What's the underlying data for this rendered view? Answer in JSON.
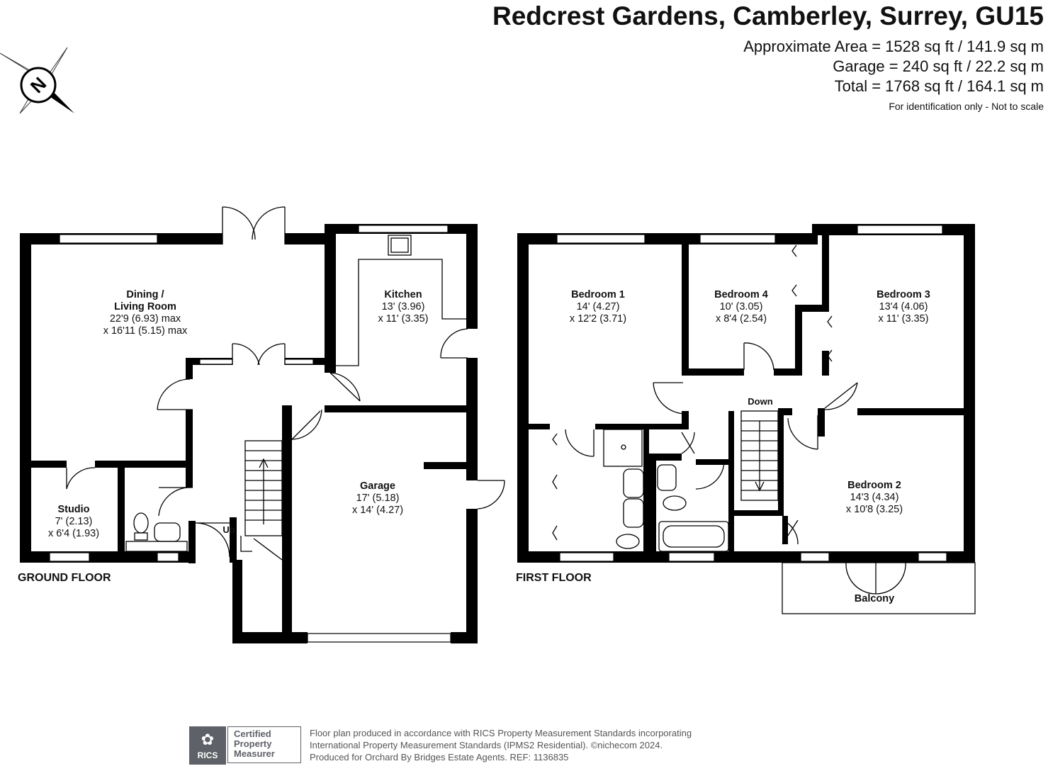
{
  "header": {
    "title": "Redcrest Gardens, Camberley, Surrey, GU15",
    "area_lines": [
      "Approximate Area = 1528 sq ft / 141.9 sq m",
      "Garage = 240 sq ft / 22.2 sq m",
      "Total = 1768 sq ft / 164.1 sq m"
    ],
    "note": "For identification only - Not to scale"
  },
  "compass": {
    "letter": "N",
    "icon": "compass-north-icon"
  },
  "ground_floor": {
    "label": "GROUND FLOOR",
    "rooms": {
      "dining": {
        "name1": "Dining /",
        "name2": "Living Room",
        "dim1": "22'9 (6.93) max",
        "dim2": "x 16'11 (5.15) max"
      },
      "kitchen": {
        "name": "Kitchen",
        "dim1": "13' (3.96)",
        "dim2": "x 11' (3.35)"
      },
      "garage": {
        "name": "Garage",
        "dim1": "17' (5.18)",
        "dim2": "x 14' (4.27)"
      },
      "studio": {
        "name": "Studio",
        "dim1": "7' (2.13)",
        "dim2": "x 6'4 (1.93)"
      }
    },
    "stairs_label": "Up"
  },
  "first_floor": {
    "label": "FIRST FLOOR",
    "rooms": {
      "bedroom1": {
        "name": "Bedroom 1",
        "dim1": "14' (4.27)",
        "dim2": "x 12'2 (3.71)"
      },
      "bedroom4": {
        "name": "Bedroom 4",
        "dim1": "10' (3.05)",
        "dim2": "x 8'4 (2.54)"
      },
      "bedroom3": {
        "name": "Bedroom 3",
        "dim1": "13'4 (4.06)",
        "dim2": "x 11' (3.35)"
      },
      "bedroom2": {
        "name": "Bedroom 2",
        "dim1": "14'3 (4.34)",
        "dim2": "x 10'8 (3.25)"
      },
      "balcony": {
        "name": "Balcony"
      }
    },
    "stairs_label": "Down"
  },
  "footer": {
    "badge_logo": "RICS",
    "badge_lines": [
      "Certified",
      "Property",
      "Measurer"
    ],
    "lines": [
      "Floor plan produced in accordance with RICS Property Measurement Standards incorporating",
      "International Property Measurement Standards (IPMS2 Residential).   ©nichecom 2024.",
      "Produced for Orchard By Bridges Estate Agents.   REF: 1136835"
    ]
  }
}
